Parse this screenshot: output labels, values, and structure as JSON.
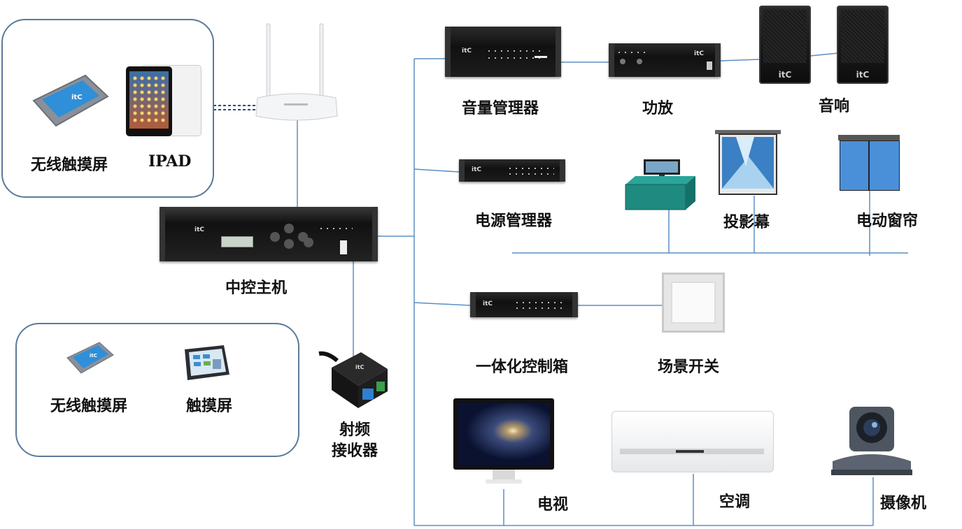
{
  "labels": {
    "wireless_touch_top": "无线触摸屏",
    "ipad": "IPAD",
    "host": "中控主机",
    "wireless_touch_bottom": "无线触摸屏",
    "touch_screen": "触摸屏",
    "rf_receiver_line1": "射频",
    "rf_receiver_line2": "接收器",
    "volume_manager": "音量管理器",
    "amplifier": "功放",
    "speaker": "音响",
    "power_manager": "电源管理器",
    "projector_screen": "投影幕",
    "electric_curtain": "电动窗帘",
    "integrated_box": "一体化控制箱",
    "scene_switch": "场景开关",
    "tv": "电视",
    "air_conditioner": "空调",
    "camera": "摄像机"
  },
  "brand": "itC",
  "colors": {
    "line": "#5b8fc4",
    "box_border": "#5b7a9a",
    "podium": "#1f8a80",
    "curtain": "#4a90d9"
  }
}
